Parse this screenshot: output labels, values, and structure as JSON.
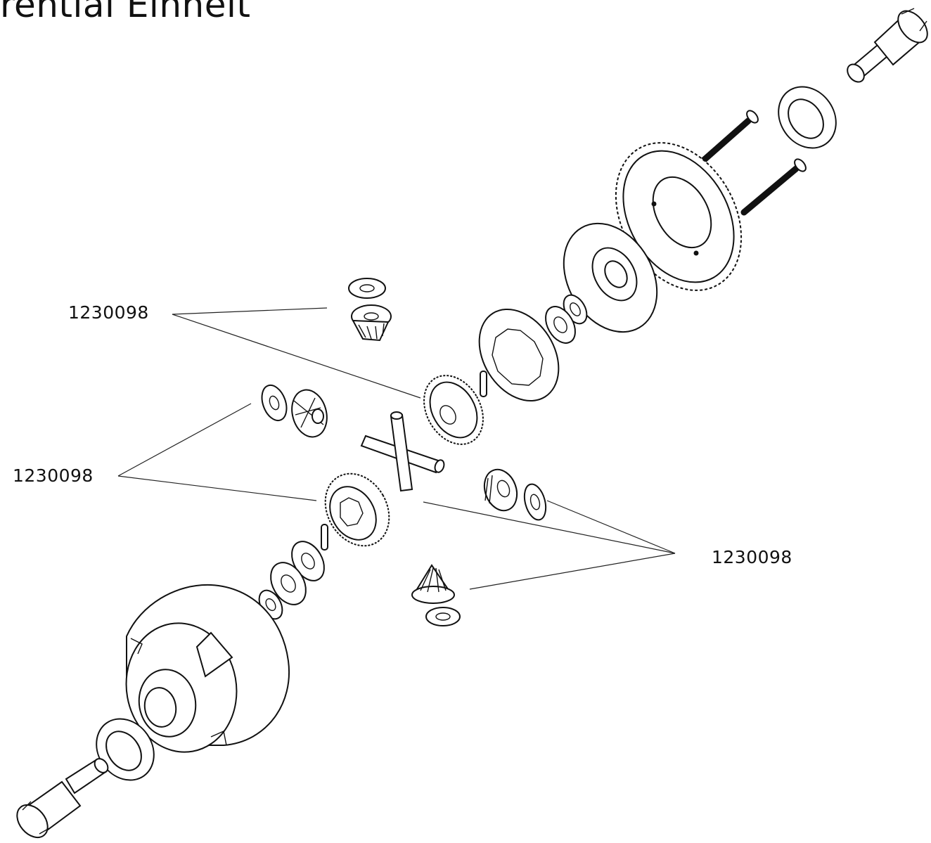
{
  "diagram": {
    "title": "rential Einheit",
    "callouts": [
      {
        "id": "callout-top-left",
        "label": "1230098"
      },
      {
        "id": "callout-middle-left",
        "label": "1230098"
      },
      {
        "id": "callout-right",
        "label": "1230098"
      }
    ],
    "parts": [
      "output-cup-top",
      "bearing-top",
      "screw",
      "ring-gear",
      "diff-cap",
      "gasket",
      "bevel-gear",
      "cross-pin",
      "shim-washer",
      "diff-case",
      "bearing-bottom",
      "output-cup-bottom"
    ]
  }
}
